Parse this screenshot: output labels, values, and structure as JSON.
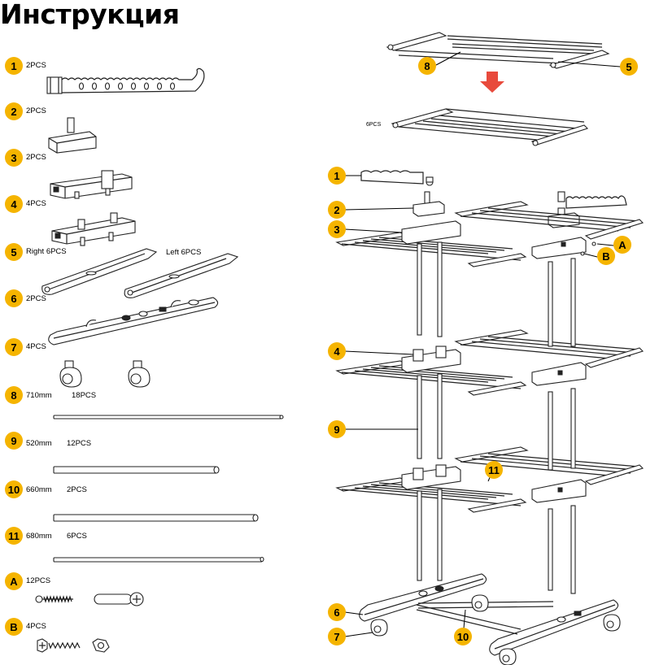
{
  "title": "Инструкция",
  "parts": [
    {
      "num": "1",
      "qty": "2PCS"
    },
    {
      "num": "2",
      "qty": "2PCS"
    },
    {
      "num": "3",
      "qty": "2PCS"
    },
    {
      "num": "4",
      "qty": "4PCS"
    },
    {
      "num": "5",
      "qty": "Right 6PCS",
      "qty_extra": "Left 6PCS"
    },
    {
      "num": "6",
      "qty": "2PCS"
    },
    {
      "num": "7",
      "qty": "4PCS"
    },
    {
      "num": "8",
      "length": "710mm",
      "qty": "18PCS"
    },
    {
      "num": "9",
      "length": "520mm",
      "qty": "12PCS"
    },
    {
      "num": "10",
      "length": "660mm",
      "qty": "2PCS"
    },
    {
      "num": "11",
      "length": "680mm",
      "qty": "6PCS"
    },
    {
      "num": "A",
      "qty": "12PCS"
    },
    {
      "num": "B",
      "qty": "4PCS"
    }
  ],
  "assembly": {
    "shelf_qty": "6PCS",
    "callouts": [
      "8",
      "5",
      "1",
      "2",
      "3",
      "A",
      "B",
      "4",
      "9",
      "11",
      "6",
      "7",
      "10"
    ]
  },
  "colors": {
    "badge": "#f5b400",
    "arrow": "#e84a3c",
    "line": "#222222"
  }
}
